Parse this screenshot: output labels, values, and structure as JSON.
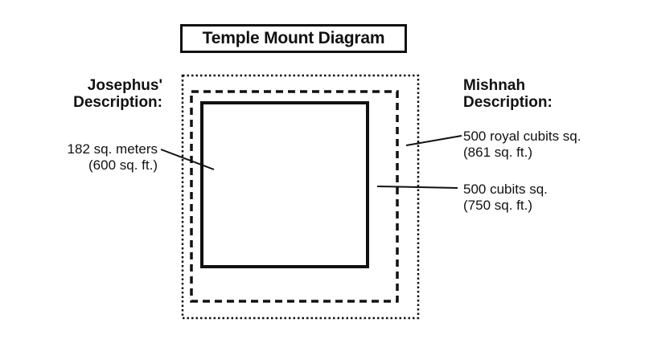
{
  "title": "Temple Mount Diagram",
  "left_heading": {
    "line1": "Josephus'",
    "line2": "Description:"
  },
  "right_heading": {
    "line1": "Mishnah",
    "line2": "Description:"
  },
  "labels": {
    "josephus": {
      "line1": "182 sq. meters",
      "line2": "(600 sq. ft.)"
    },
    "royal_cubits": {
      "line1": "500 royal cubits sq.",
      "line2": "(861 sq. ft.)"
    },
    "cubits": {
      "line1": "500 cubits sq.",
      "line2": "(750 sq. ft.)"
    }
  },
  "colors": {
    "ink": "#111111",
    "background": "#ffffff"
  }
}
